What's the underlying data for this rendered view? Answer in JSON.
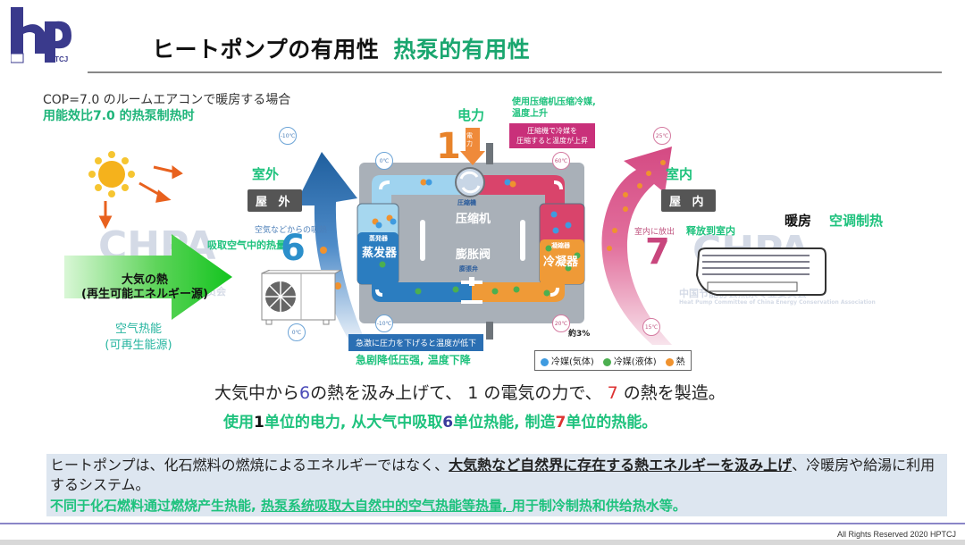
{
  "logo": {
    "text": "HPTCJ",
    "color": "#3a3a8c"
  },
  "header": {
    "title_ja": "ヒートポンプの有用性",
    "title_cn": "热泵的有用性"
  },
  "cop": {
    "ja": "COP=7.0 のルームエアコンで暖房する場合",
    "cn": "用能效比7.0 的热泵制热时"
  },
  "outdoor": {
    "label_cn": "室外",
    "label_ja": "屋 外",
    "absorb_ja": "空気などからの吸熱",
    "absorb_cn": "吸取空气中的热量",
    "value": "6",
    "temp_top": "-10℃",
    "temp_bottom": "0℃"
  },
  "source": {
    "arrow_ja_1": "大気の熱",
    "arrow_ja_2": "(再生可能エネルギー源)",
    "cn_1": "空气热能",
    "cn_2": "(可再生能源)"
  },
  "power": {
    "label_cn": "电力",
    "value": "1",
    "arrow_label": "電力",
    "note_cn_1": "使用压缩机压缩冷媒,",
    "note_cn_2": "温度上升",
    "callout_ja_1": "圧縮機で冷媒を",
    "callout_ja_2": "圧縮すると温度が上昇"
  },
  "cycle": {
    "compressor_ja": "圧縮機",
    "compressor_cn": "压缩机",
    "valve_cn": "膨胀阀",
    "valve_ja": "膨張弁",
    "evaporator_ja": "蒸発器",
    "evaporator_cn": "蒸发器",
    "condenser_ja": "凝縮器",
    "condenser_cn": "冷凝器",
    "temps": {
      "evap_in": "0℃",
      "cond_in": "60℃",
      "evap_out": "-10℃",
      "cond_out": "20℃"
    },
    "loss": "約3%",
    "valve_callout_ja": "急激に圧力を下げると温度が低下",
    "valve_note_cn": "急剧降低压强, 温度下降"
  },
  "indoor": {
    "label_cn": "室内",
    "label_ja": "屋 内",
    "release_ja": "室内に放出",
    "release_cn": "释放到室内",
    "value": "7",
    "temp_top": "25℃",
    "temp_bottom": "15℃",
    "mode_ja": "暖房",
    "mode_cn": "空调制热"
  },
  "watermark": {
    "logo": "CHPA",
    "cn": "中国节能协会热泵专业委员会",
    "en": "Heat Pump Committee of China Energy Conservation Association"
  },
  "legend": [
    {
      "label": "冷媒(気体)",
      "color": "#3f9be0"
    },
    {
      "label": "冷媒(液体)",
      "color": "#4caf50"
    },
    {
      "label": "熱",
      "color": "#f0922e"
    }
  ],
  "summary": {
    "ja_parts": [
      "大気中から",
      "6",
      "の熱を汲み上げて、 1 の電気の力で、 ",
      "7",
      " の熱を製造。"
    ],
    "cn_parts": [
      "使用",
      "1",
      "单位的电力, 从大气中吸取",
      "6",
      "单位热能, 制造",
      "7",
      "单位的热能。"
    ]
  },
  "info": {
    "ja_1": "ヒートポンプは、化石燃料の燃焼によるエネルギーではなく、",
    "ja_bold": "大気熱など自然界に存在する熱エネルギーを汲み上げ",
    "ja_2": "、冷暖房や給湯に利用するシステム。",
    "cn_1": "不同于化石燃料通过燃烧产生热能, ",
    "cn_underlined": "热泵系统吸取大自然中的空气热能等热量, ",
    "cn_2": "用于制冷制热和供给热水等。"
  },
  "footer": {
    "text": "All Rights Reserved  2020  HPTCJ"
  }
}
